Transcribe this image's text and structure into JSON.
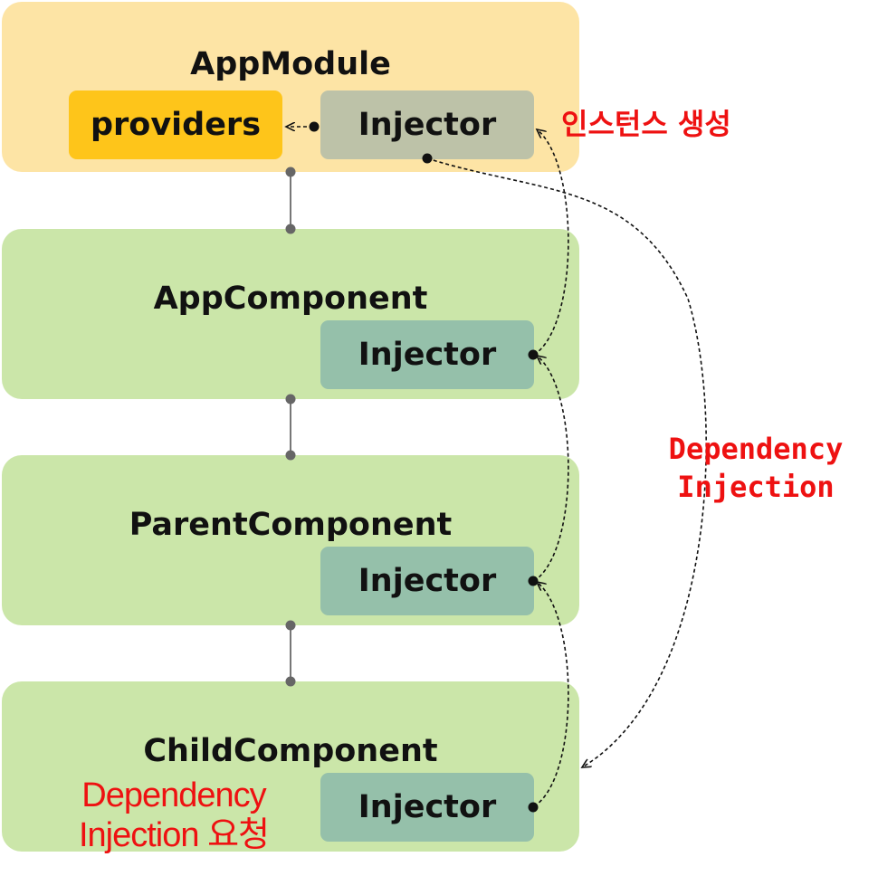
{
  "app_module": {
    "title": "AppModule",
    "providers_label": "providers",
    "injector_label": "Injector"
  },
  "components": [
    {
      "title": "AppComponent",
      "injector_label": "Injector"
    },
    {
      "title": "ParentComponent",
      "injector_label": "Injector"
    },
    {
      "title": "ChildComponent",
      "injector_label": "Injector"
    }
  ],
  "annotations": {
    "instance_creation": "인스턴스 생성",
    "dependency_injection_line1": "Dependency",
    "dependency_injection_line2": "Injection",
    "request_line1": "Dependency",
    "request_line2": "Injection 요청"
  },
  "colors": {
    "module_bg": "#fde4a5",
    "component_bg": "#cbe6a9",
    "providers_bg": "#fec51a",
    "module_injector_bg": "#bdc2a8",
    "component_injector_bg": "#95c0aa",
    "annotation": "#ee1111"
  }
}
